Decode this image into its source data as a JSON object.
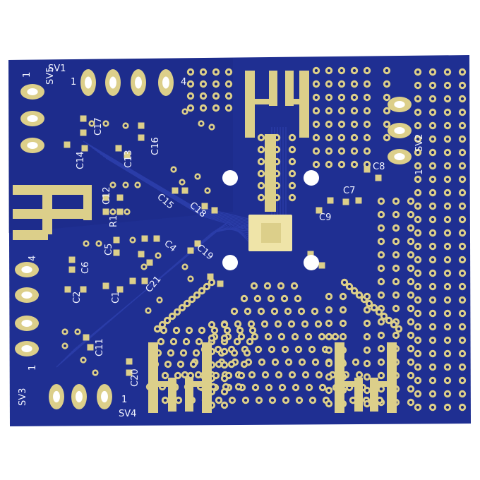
{
  "board": {
    "colors": {
      "substrate": "#1f2f92",
      "substrate_dark": "#17237a",
      "copper": "#dccf8a",
      "copper_light": "#efe4a8",
      "silk": "#f2f4ff",
      "hole": "#ffffff",
      "trace": "#2b3da8"
    },
    "connectors": {
      "sv1": {
        "name": "SV1",
        "pin1": "1",
        "pin4": "4"
      },
      "sv2": {
        "name": "SV2",
        "pin1": "1"
      },
      "sv3": {
        "name": "SV3",
        "pin1": "1",
        "pin4": "4"
      },
      "sv4": {
        "name": "SV4",
        "pin1": "1"
      },
      "sv5": {
        "name": "SV5",
        "pin1": "1"
      }
    },
    "components": [
      "C17",
      "C14",
      "C13",
      "C16",
      "C15",
      "C18",
      "C12",
      "R1",
      "C5",
      "C6",
      "C2",
      "C1",
      "C21",
      "C11",
      "C20",
      "C9",
      "C7",
      "C8",
      "C4",
      "C19"
    ],
    "icons": {
      "mounting_hole": "mounting-hole-icon",
      "chip": "qfn-chip-icon"
    }
  }
}
